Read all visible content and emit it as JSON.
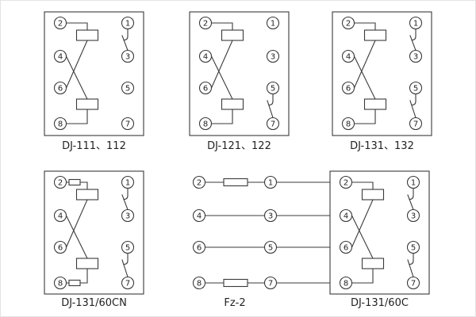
{
  "page": {
    "background": "#ffffff",
    "line_color": "#3a3a3a",
    "text_color": "#222222"
  },
  "diagrams": {
    "dj111": {
      "title": "DJ-111、112",
      "left": [
        "2",
        "4",
        "6",
        "8"
      ],
      "right": [
        "1",
        "3",
        "5",
        "7"
      ]
    },
    "dj121": {
      "title": "DJ-121、122",
      "left": [
        "2",
        "4",
        "6",
        "8"
      ],
      "right": [
        "1",
        "3",
        "5",
        "7"
      ]
    },
    "dj131": {
      "title": "DJ-131、132",
      "left": [
        "2",
        "4",
        "6",
        "8"
      ],
      "right": [
        "1",
        "3",
        "5",
        "7"
      ]
    },
    "dj60cn": {
      "title": "DJ-131/60CN",
      "left": [
        "2",
        "4",
        "6",
        "8"
      ],
      "right": [
        "1",
        "3",
        "5",
        "7"
      ]
    },
    "fz2": {
      "title": "Fz-2",
      "left": [
        "2",
        "4",
        "6",
        "8"
      ],
      "right": [
        "1",
        "3",
        "5",
        "7"
      ]
    },
    "dj60c": {
      "title": "DJ-131/60C",
      "left": [
        "2",
        "4",
        "6",
        "8"
      ],
      "right": [
        "1",
        "3",
        "5",
        "7"
      ]
    }
  }
}
